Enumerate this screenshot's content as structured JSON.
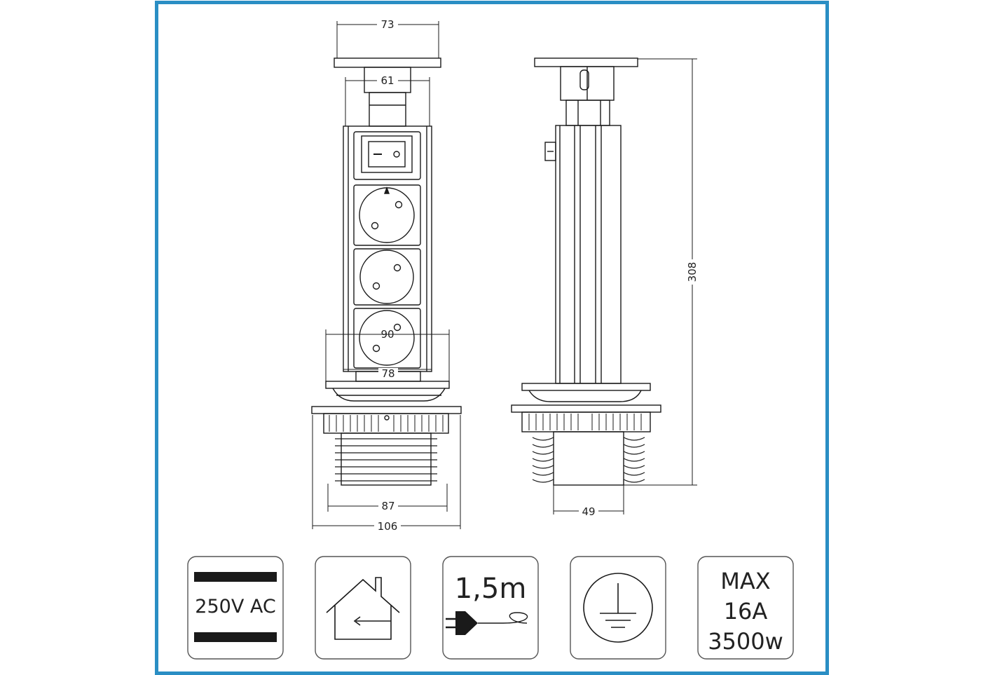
{
  "colors": {
    "frame": "#2a8ec4",
    "line": "#1a1a1a",
    "card_border": "#555555"
  },
  "dimensions": {
    "top_width": "73",
    "neck_width": "61",
    "flange_inner": "90",
    "tube_width": "78",
    "base_thread": "87",
    "base_outer": "106",
    "height": "308",
    "side_base": "49"
  },
  "spec_cards": [
    {
      "name": "voltage",
      "icon": "voltage-bars-icon",
      "text": "250V AC"
    },
    {
      "name": "indoor",
      "icon": "house-arrow-icon",
      "text": ""
    },
    {
      "name": "cable",
      "icon": "plug-cable-icon",
      "text": "1,5m"
    },
    {
      "name": "earthing",
      "icon": "earth-ground-icon",
      "text": ""
    },
    {
      "name": "power",
      "icon": "",
      "lines": [
        "MAX",
        "16A",
        "3500w"
      ]
    }
  ]
}
